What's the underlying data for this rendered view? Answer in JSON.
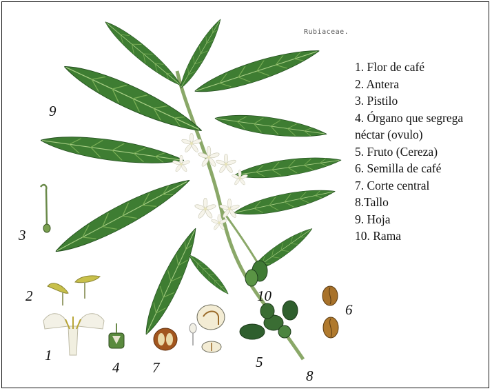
{
  "plate_note": "Rubiaceae.",
  "legend": [
    "1. Flor de café",
    "2. Antera",
    "3. Pistilo",
    "4. Órgano que segrega",
    "néctar (ovulo)",
    "5. Fruto (Cereza)",
    "6.  Semilla de café",
    "7. Corte central",
    "8.Tallo",
    "9. Hoja",
    "10.  Rama"
  ],
  "callouts": {
    "n1": "1",
    "n2": "2",
    "n3": "3",
    "n4": "4",
    "n5": "5",
    "n6": "6",
    "n7": "7",
    "n8": "8",
    "n9": "9",
    "n10": "10"
  },
  "colors": {
    "leaf_dark": "#2f6a2a",
    "leaf_mid": "#4f8f3c",
    "leaf_light": "#79ad55",
    "stem": "#8aa868",
    "flower": "#f4f2e8",
    "berry": "#2f5f2e",
    "seed": "#a8722a",
    "anther": "#c8c04a"
  }
}
